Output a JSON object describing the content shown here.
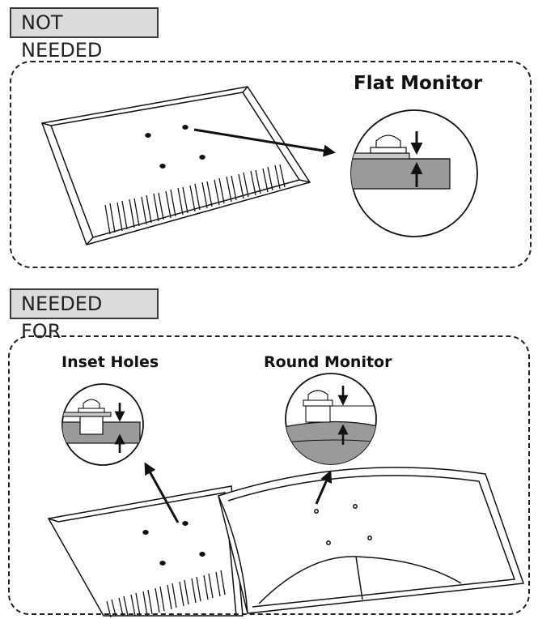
{
  "sections": {
    "not_needed": "NOT NEEDED",
    "needed_for": "NEEDED FOR"
  },
  "callouts": {
    "flat_monitor": "Flat Monitor",
    "inset_holes": "Inset Holes",
    "round_monitor": "Round Monitor"
  },
  "icons": [
    "monitor-back-flat-icon",
    "monitor-back-curved-icon",
    "bolt-detail-icon",
    "arrow-icon"
  ],
  "colors": {
    "tag_background": "#dcdcdc",
    "bracket_gray": "#9a9a9a",
    "line": "#111111"
  }
}
